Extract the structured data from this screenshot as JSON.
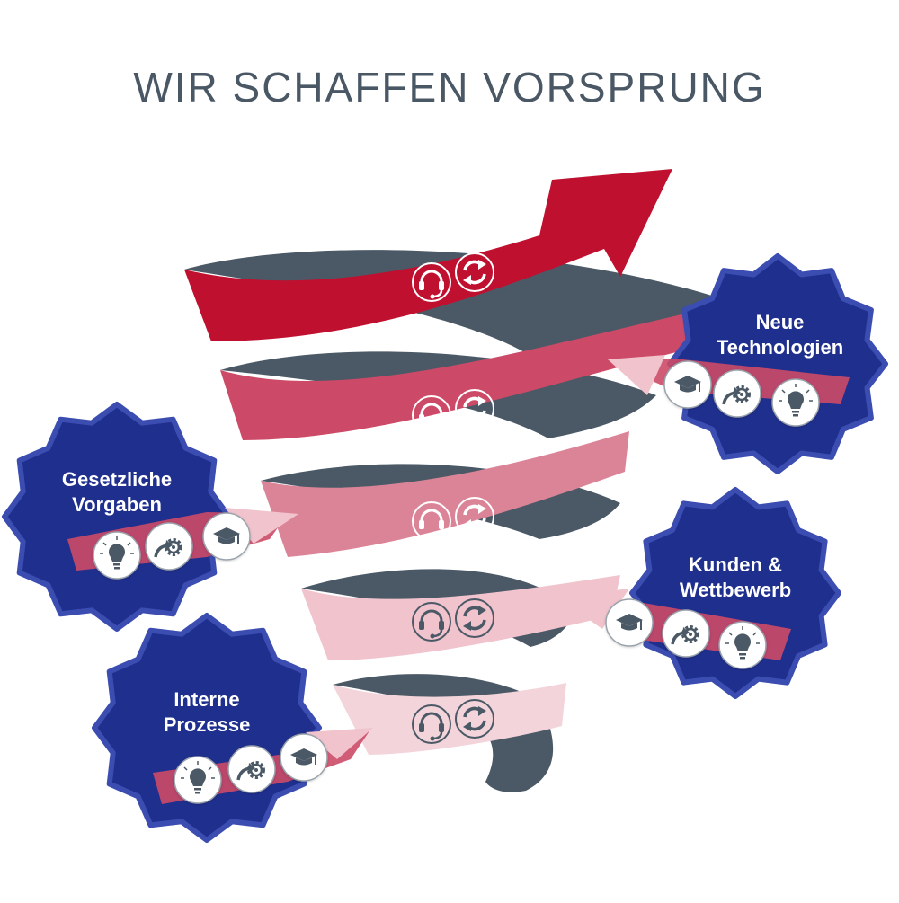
{
  "title": "WIR SCHAFFEN VORSPRUNG",
  "colors": {
    "title": "#4a5866",
    "back_band": "#4b5966",
    "badge": "#1f2f8e",
    "badge_edge": "#3b4db0",
    "band_1": "#c0102f",
    "band_2": "#cc4a67",
    "band_3": "#dc8497",
    "band_4": "#f0c3cd",
    "band_5": "#f3d4da",
    "icon_light": "#ffffff",
    "icon_dark": "#4b5966"
  },
  "spiral_bands": [
    {
      "level": 1,
      "icons": [
        "headset-icon",
        "refresh-icon"
      ]
    },
    {
      "level": 2,
      "icons": [
        "headset-icon",
        "refresh-icon"
      ]
    },
    {
      "level": 3,
      "icons": [
        "headset-icon",
        "refresh-icon"
      ]
    },
    {
      "level": 4,
      "icons": [
        "headset-icon",
        "refresh-icon"
      ]
    },
    {
      "level": 5,
      "icons": [
        "headset-icon",
        "refresh-icon"
      ]
    }
  ],
  "badges": [
    {
      "id": "neue-technologien",
      "lines": [
        "Neue",
        "Technologien"
      ],
      "icons": [
        "graduation-cap-icon",
        "gear-arrow-icon",
        "lightbulb-icon"
      ]
    },
    {
      "id": "gesetzliche-vorgaben",
      "lines": [
        "Gesetzliche",
        "Vorgaben"
      ],
      "icons": [
        "lightbulb-icon",
        "gear-arrow-icon",
        "graduation-cap-icon"
      ]
    },
    {
      "id": "kunden-wettbewerb",
      "lines": [
        "Kunden &",
        "Wettbewerb"
      ],
      "icons": [
        "graduation-cap-icon",
        "gear-arrow-icon",
        "lightbulb-icon"
      ]
    },
    {
      "id": "interne-prozesse",
      "lines": [
        "Interne",
        "Prozesse"
      ],
      "icons": [
        "lightbulb-icon",
        "gear-arrow-icon",
        "graduation-cap-icon"
      ]
    }
  ]
}
